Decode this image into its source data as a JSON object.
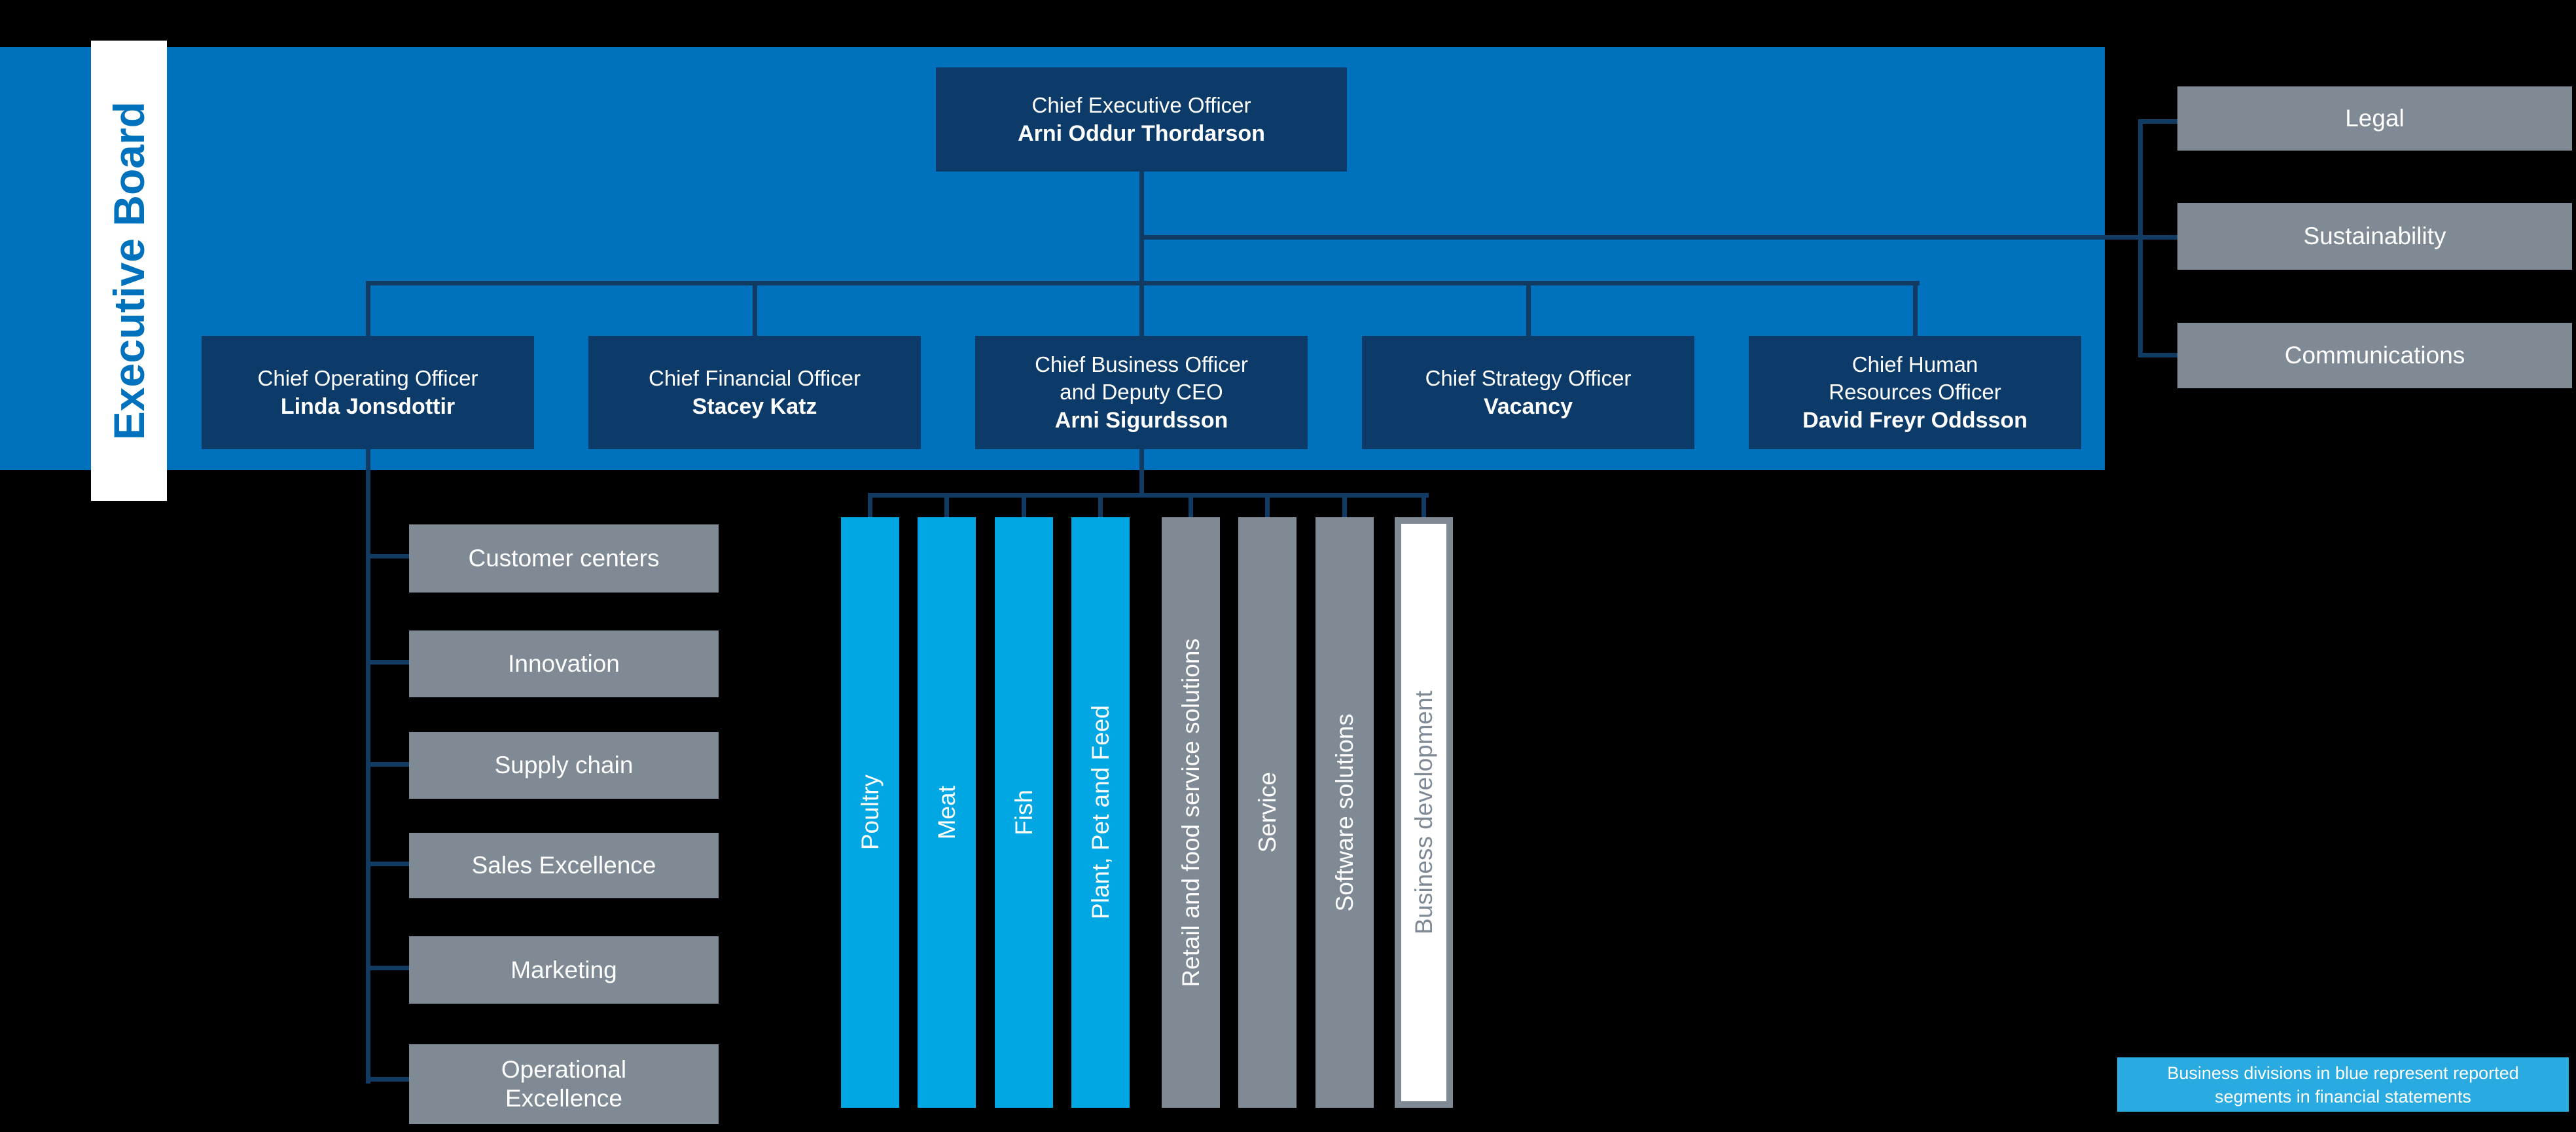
{
  "title": "Executive Board",
  "palette": {
    "background": "#000000",
    "banner_blue": "#0071BD",
    "navy_box": "#0C3B69",
    "connector_navy": "#123B63",
    "gray_box": "#7F8A94",
    "segment_cyan": "#00A7E3",
    "note_cyan": "#29ABE2",
    "white": "#FFFFFF"
  },
  "ceo": {
    "title": "Chief Executive Officer",
    "name": "Arni Oddur Thordarson"
  },
  "officers": [
    {
      "title": "Chief Operating Officer",
      "name": "Linda Jonsdottir"
    },
    {
      "title": "Chief Financial Officer",
      "name": "Stacey Katz"
    },
    {
      "title": "Chief Business Officer\nand Deputy CEO",
      "name": "Arni Sigurdsson"
    },
    {
      "title": "Chief Strategy Officer",
      "name": "Vacancy"
    },
    {
      "title": "Chief Human\nResources Officer",
      "name": "David Freyr Oddsson"
    }
  ],
  "staff_functions": [
    "Legal",
    "Sustainability",
    "Communications"
  ],
  "coo_units": [
    "Customer centers",
    "Innovation",
    "Supply chain",
    "Sales Excellence",
    "Marketing",
    "Operational\nExcellence"
  ],
  "divisions": [
    {
      "label": "Poultry",
      "style": "segment"
    },
    {
      "label": "Meat",
      "style": "segment"
    },
    {
      "label": "Fish",
      "style": "segment"
    },
    {
      "label": "Plant, Pet and Feed",
      "style": "segment"
    },
    {
      "label": "Retail and food service solutions",
      "style": "unit"
    },
    {
      "label": "Service",
      "style": "unit"
    },
    {
      "label": "Software solutions",
      "style": "unit"
    },
    {
      "label": "Business development",
      "style": "outline"
    }
  ],
  "note": "Business divisions in blue represent reported\nsegments in financial statements"
}
